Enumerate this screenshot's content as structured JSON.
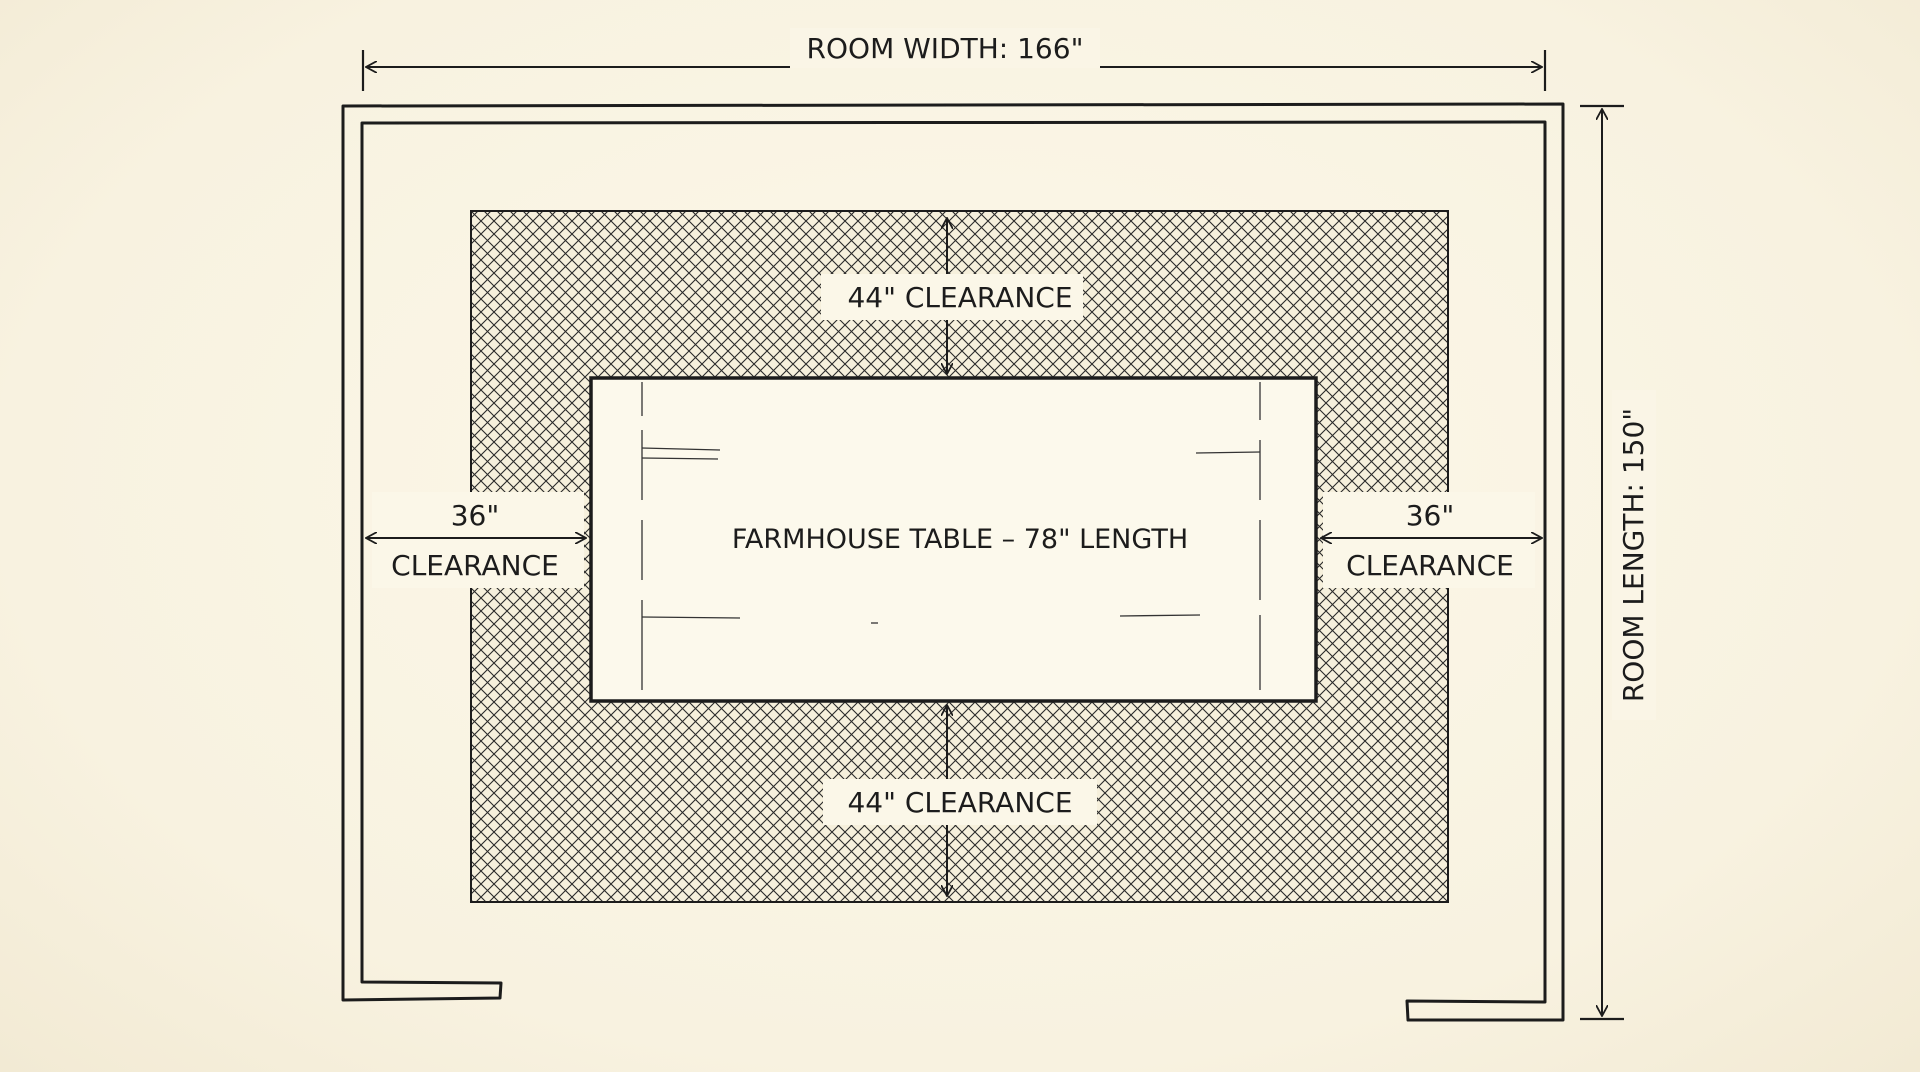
{
  "room": {
    "width_label": "ROOM WIDTH: 166\"",
    "length_label": "ROOM LENGTH: 150\""
  },
  "table": {
    "label": "FARMHOUSE TABLE – 78\" LENGTH"
  },
  "clearances": {
    "top": "44\" CLEARANCE",
    "bottom": "44\" CLEARANCE",
    "left_value": "36\"",
    "left_word": "CLEARANCE",
    "right_value": "36\"",
    "right_word": "CLEARANCE"
  },
  "colors": {
    "paper": "#faf5e6",
    "ink": "#1c1c1c",
    "hatch": "#2a2a2a"
  }
}
